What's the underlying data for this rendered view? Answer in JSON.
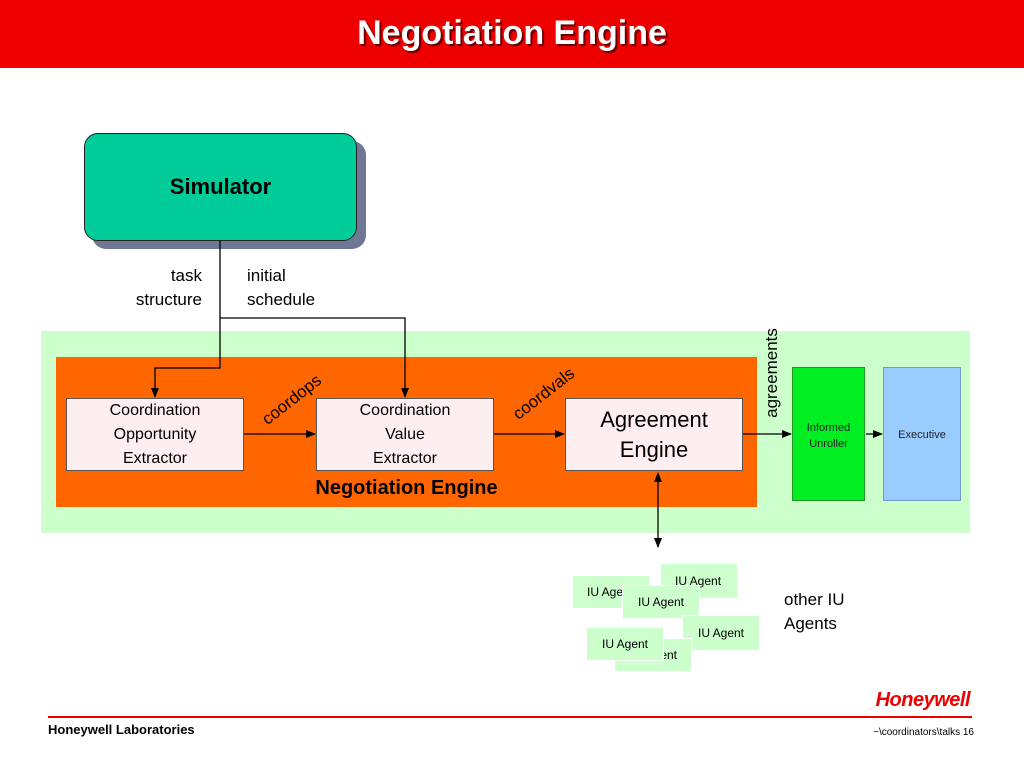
{
  "title": "Negotiation Engine",
  "simulator_label": "Simulator",
  "labels": {
    "task_structure": [
      "task",
      "structure"
    ],
    "initial_schedule": [
      "initial",
      "schedule"
    ],
    "coordops": "coordops",
    "coordvals": "coordvals",
    "agreements": "agreements",
    "other_iu_agents": [
      "other IU",
      "Agents"
    ]
  },
  "boxes": {
    "coe": [
      "Coordination",
      "Opportunity",
      "Extractor"
    ],
    "cve": [
      "Coordination",
      "Value",
      "Extractor"
    ],
    "agreement_engine": [
      "Agreement",
      "Engine"
    ],
    "informed_unroller": [
      "Informed",
      "Unroller"
    ],
    "executive": "Executive"
  },
  "region_label": "Negotiation Engine",
  "iu_agents": [
    "IU Agent",
    "IU Agent",
    "IU Agent",
    "IU Agent",
    "IU Agent",
    "IU Agent"
  ],
  "iu_agent_partial": [
    "IU Agent",
    "ent"
  ],
  "footer": {
    "left": "Honeywell Laboratories",
    "right": "~\\coordinators\\talks 16",
    "logo": "Honeywell"
  },
  "colors": {
    "title_bar": "#ee0000",
    "simulator": "#00cc99",
    "negotiation_region": "#ff6600",
    "outer_band": "#ccffcc",
    "informed_unroller": "#00ee22",
    "executive": "#99ccff"
  }
}
